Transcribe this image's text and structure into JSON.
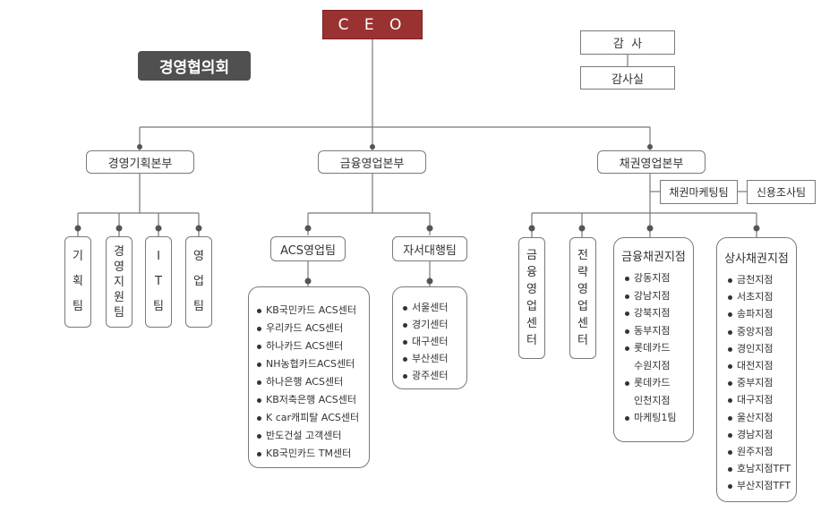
{
  "ceo": "C E O",
  "council": "경영협의회",
  "audit": {
    "title": "감  사",
    "office": "감사실"
  },
  "divisions": {
    "planning": {
      "label": "경영기획본부",
      "teams": [
        [
          "기",
          "획",
          "팀"
        ],
        [
          "경",
          "영",
          "지",
          "원",
          "팀"
        ],
        [
          "I",
          "T",
          "팀"
        ],
        [
          "영",
          "업",
          "팀"
        ]
      ]
    },
    "finance": {
      "label": "금융영업본부",
      "acs": {
        "label": "ACS영업팀",
        "items": [
          "KB국민카드 ACS센터",
          "우리카드 ACS센터",
          "하나카드 ACS센터",
          "NH농협카드ACS센터",
          "하나은행 ACS센터",
          "KB저축은행 ACS센터",
          "K car캐피탈 ACS센터",
          "반도건설 고객센터",
          "KB국민카드 TM센터"
        ]
      },
      "jaseo": {
        "label": "자서대행팀",
        "items": [
          "서울센터",
          "경기센터",
          "대구센터",
          "부산센터",
          "광주센터"
        ]
      }
    },
    "credit": {
      "label": "채권영업본부",
      "marketing": "채권마케팅팀",
      "research": "신용조사팀",
      "finteam": [
        "금",
        "융",
        "영",
        "업",
        "센",
        "터"
      ],
      "strategy": [
        "전",
        "략",
        "영",
        "업",
        "센",
        "터"
      ],
      "fin_branches": {
        "title": "금융채권지점",
        "items": [
          [
            "강동지점"
          ],
          [
            "강남지점"
          ],
          [
            "강북지점"
          ],
          [
            "동부지점"
          ],
          [
            "롯데카드",
            "수원지점"
          ],
          [
            "롯데카드",
            "인천지점"
          ],
          [
            "마케팅1팀"
          ]
        ]
      },
      "com_branches": {
        "title": "상사채권지점",
        "items": [
          "금천지점",
          "서초지점",
          "송파지점",
          "중앙지점",
          "경인지점",
          "대전지점",
          "중부지점",
          "대구지점",
          "울산지점",
          "경남지점",
          "원주지점",
          "호남지점TFT",
          "부산지점TFT"
        ]
      }
    }
  }
}
